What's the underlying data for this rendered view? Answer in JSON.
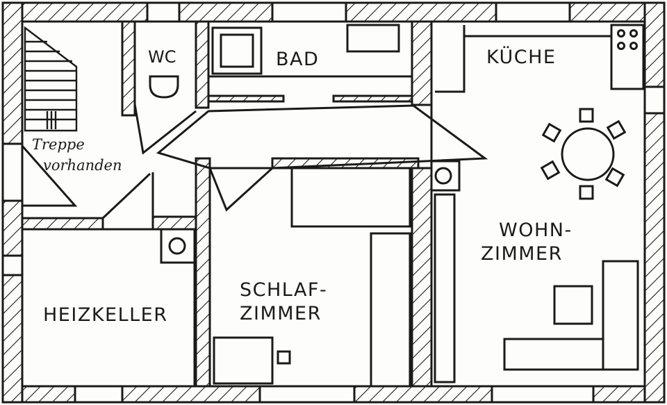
{
  "plan": {
    "rooms": {
      "wc": "WC",
      "bad": "BAD",
      "kueche": "KÜCHE",
      "treppe_line1": "Treppe",
      "treppe_line2": "vorhanden",
      "wohnzimmer_line1": "WOHN-",
      "wohnzimmer_line2": "ZIMMER",
      "schlafzimmer_line1": "SCHLAF-",
      "schlafzimmer_line2": "ZIMMER",
      "heizkeller": "HEIZKELLER"
    },
    "colors": {
      "ink": "#1a1a1a",
      "paper": "#fdfdfb"
    }
  }
}
